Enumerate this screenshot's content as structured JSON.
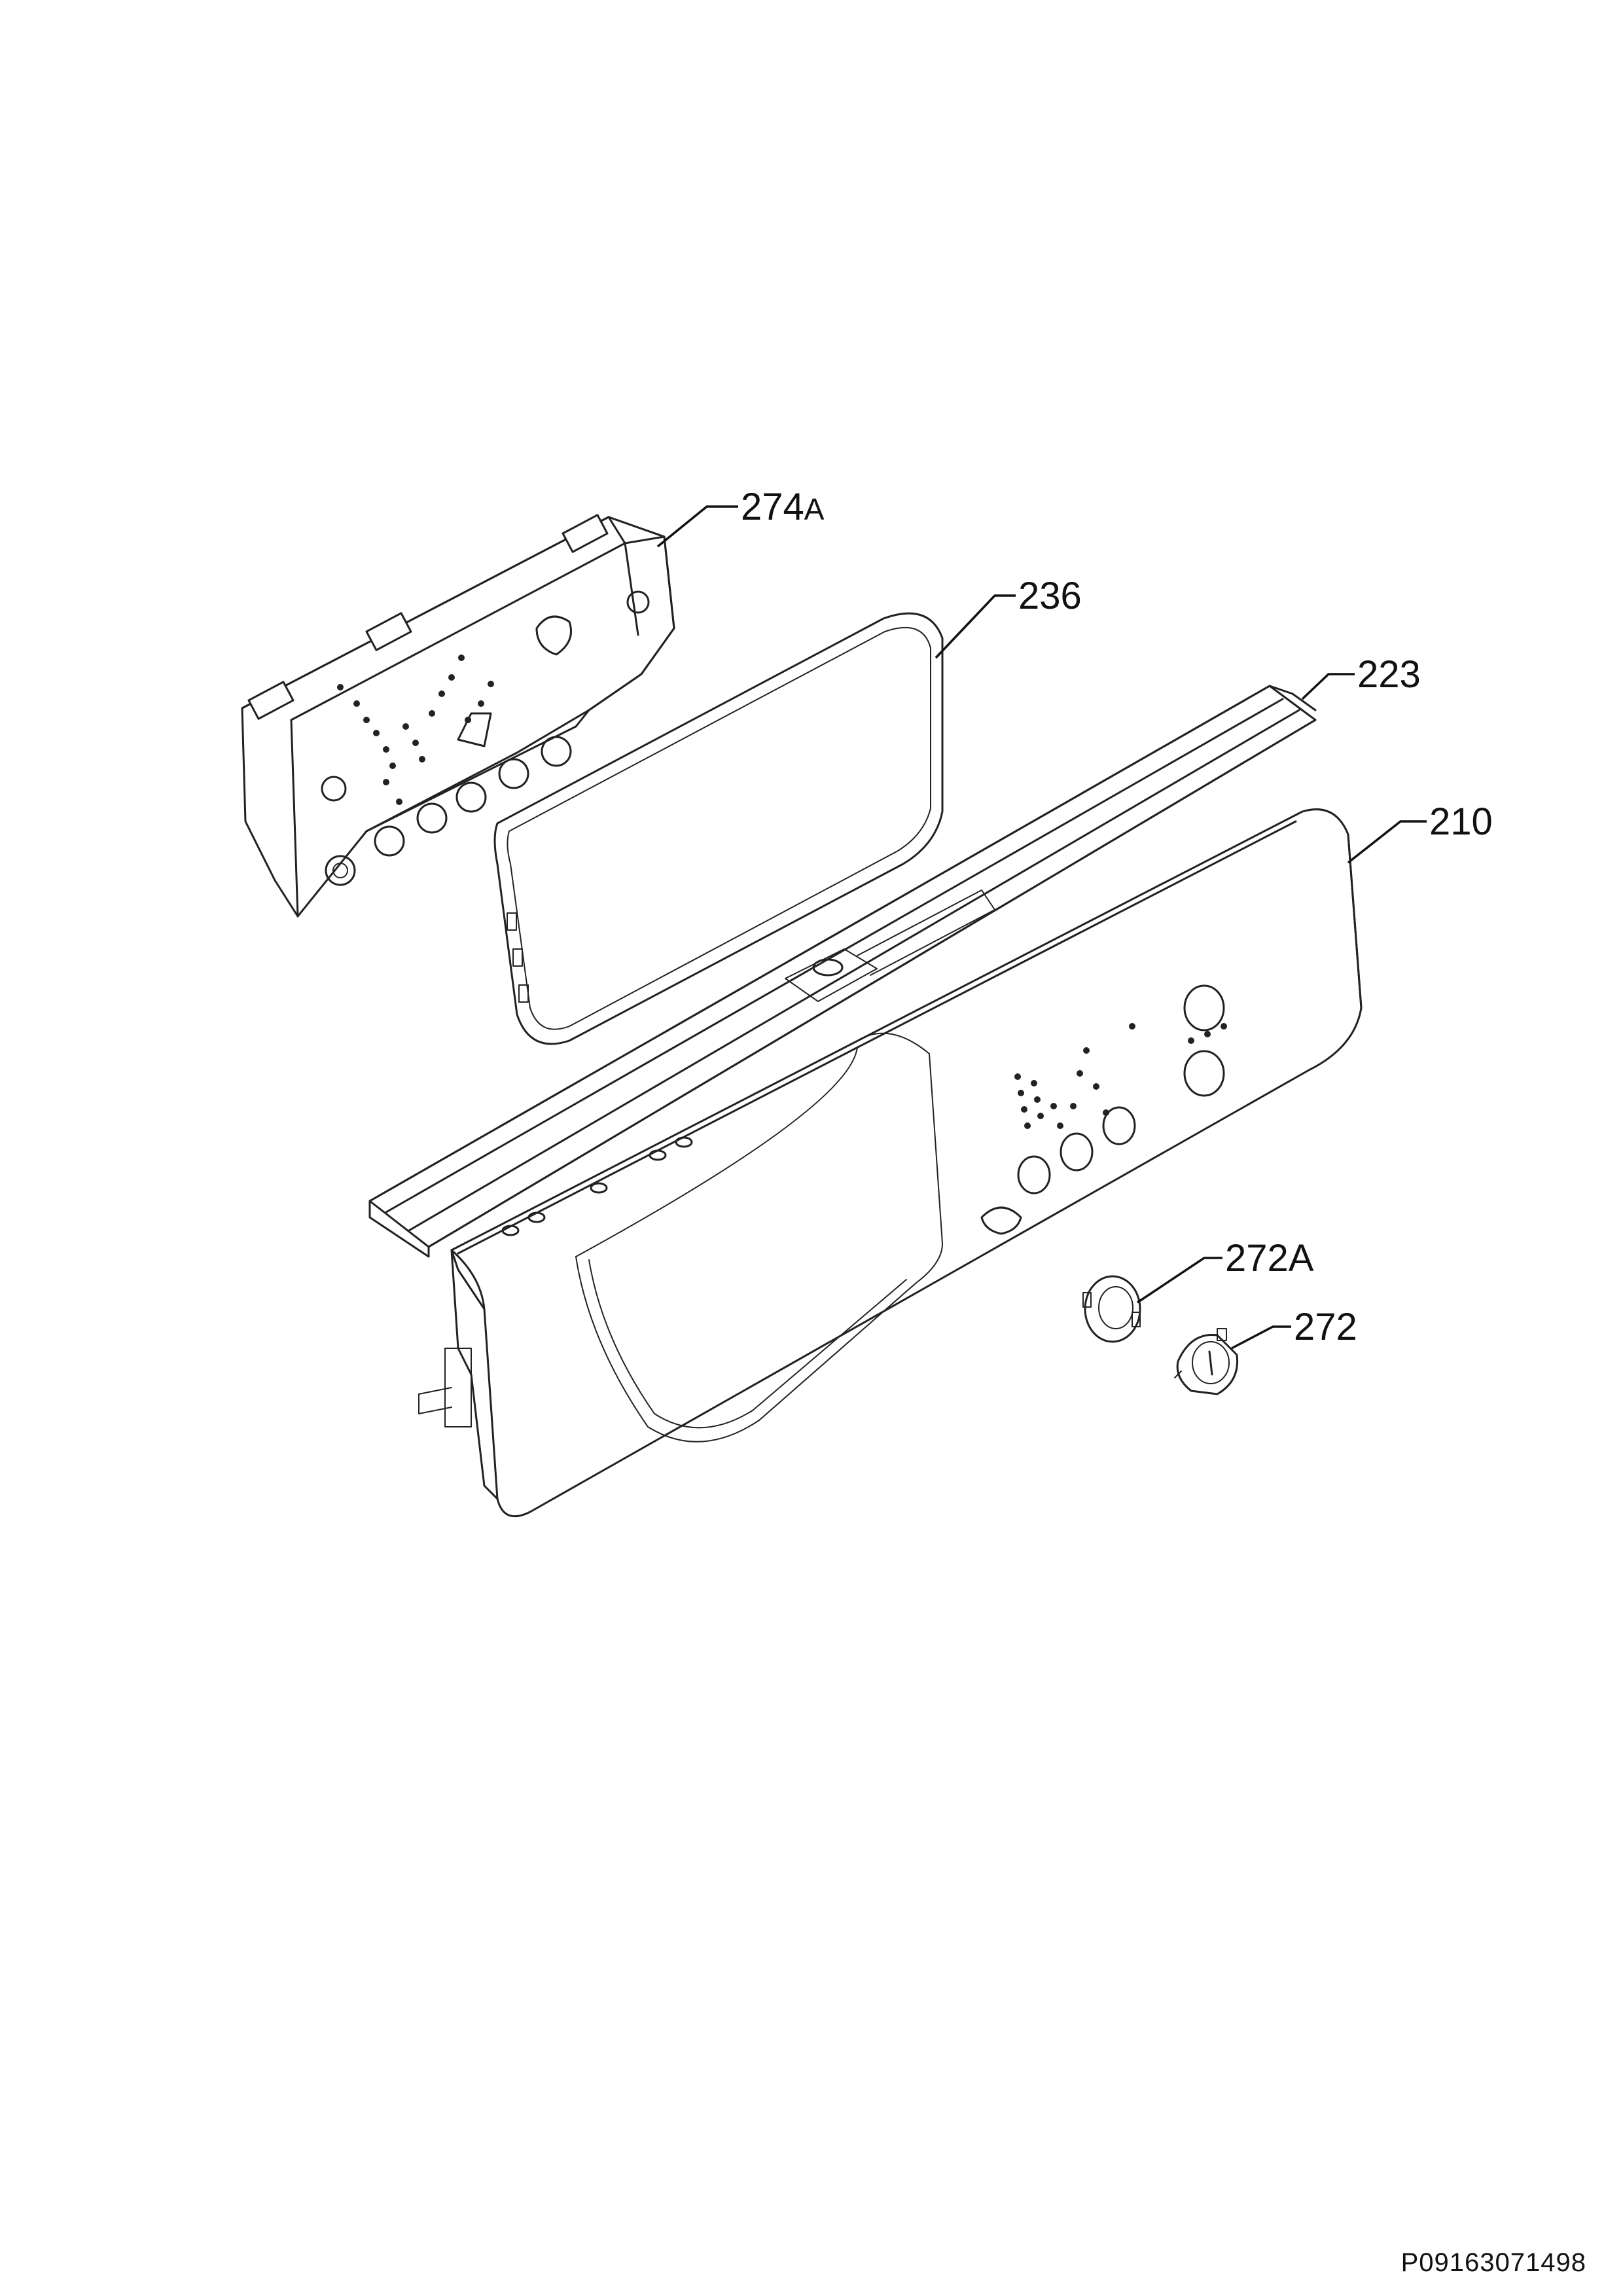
{
  "callouts": [
    {
      "id": "274A",
      "number": "274",
      "suffix": "A"
    },
    {
      "id": "236",
      "number": "236",
      "suffix": ""
    },
    {
      "id": "223",
      "number": "223",
      "suffix": ""
    },
    {
      "id": "210",
      "number": "210",
      "suffix": ""
    },
    {
      "id": "272A",
      "number": "272A",
      "suffix": ""
    },
    {
      "id": "272",
      "number": "272",
      "suffix": ""
    }
  ],
  "footer": {
    "code": "P09163071498"
  }
}
